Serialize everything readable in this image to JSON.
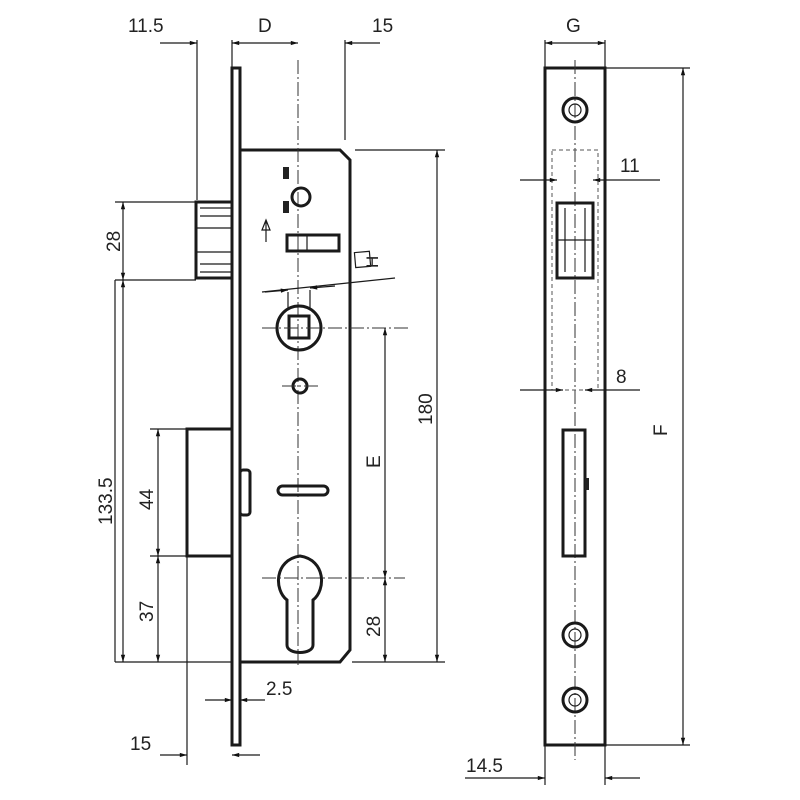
{
  "drawing": {
    "dimensions": {
      "backset_offset": "11.5",
      "backset": "D",
      "right_offset": "15",
      "faceplate_width": "G",
      "latch_height": "28",
      "spindle_square": "H",
      "latch_opening_width": "11",
      "body_height": "180",
      "lower_total": "133.5",
      "bolt_height": "44",
      "center_distance": "E",
      "bolt_opening_width": "8",
      "faceplate_length": "F",
      "bolt_lower": "37",
      "cylinder_bottom": "28",
      "faceplate_thickness": "2.5",
      "bolt_throw": "15",
      "strike_width": "14.5"
    }
  }
}
